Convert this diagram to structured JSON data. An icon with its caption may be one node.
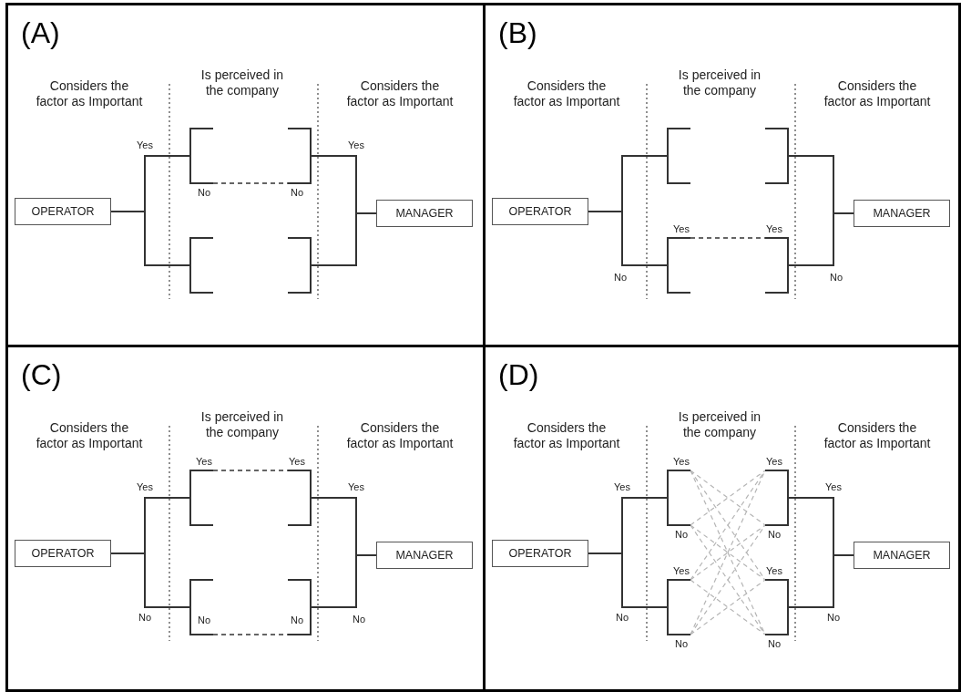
{
  "diagram": {
    "nodes": [
      {
        "text": [
          "(A)"
        ]
      },
      {
        "text": [
          "OPERATOR"
        ],
        "in": 0
      },
      {
        "text": [],
        "shape": "bracket",
        "in": 0
      },
      {
        "text": [],
        "shape": "bracket",
        "in": 0
      },
      {
        "text": [],
        "shape": "bracket",
        "in": 0
      },
      {
        "text": [],
        "shape": "bracket",
        "in": 0
      },
      {
        "text": [
          "MANAGER"
        ],
        "in": 0
      },
      {
        "text": [
          "(B)"
        ]
      },
      {
        "text": [
          "OPERATOR"
        ],
        "in": 7
      },
      {
        "text": [],
        "shape": "bracket",
        "in": 7
      },
      {
        "text": [],
        "shape": "bracket",
        "in": 7
      },
      {
        "text": [],
        "shape": "bracket",
        "in": 7
      },
      {
        "text": [],
        "shape": "bracket",
        "in": 7
      },
      {
        "text": [
          "MANAGER"
        ],
        "in": 7
      },
      {
        "text": [
          "(C)"
        ]
      },
      {
        "text": [
          "OPERATOR"
        ],
        "in": 14
      },
      {
        "text": [],
        "shape": "bracket",
        "in": 14
      },
      {
        "text": [],
        "shape": "bracket",
        "in": 14
      },
      {
        "text": [],
        "shape": "bracket",
        "in": 14
      },
      {
        "text": [],
        "shape": "bracket",
        "in": 14
      },
      {
        "text": [
          "MANAGER"
        ],
        "in": 14
      },
      {
        "text": [
          "(D)"
        ]
      },
      {
        "text": [
          "OPERATOR"
        ],
        "in": 21
      },
      {
        "text": [],
        "shape": "bracket",
        "in": 21
      },
      {
        "text": [],
        "shape": "bracket",
        "in": 21
      },
      {
        "text": [],
        "shape": "bracket",
        "in": 21
      },
      {
        "text": [],
        "shape": "bracket",
        "in": 21
      },
      {
        "text": [
          "MANAGER"
        ],
        "in": 21
      }
    ],
    "edges": [
      {
        "from": 1,
        "to": 2,
        "arrow": "none"
      },
      {
        "from": 1,
        "to": 3,
        "arrow": "none"
      },
      {
        "from": 4,
        "to": 6,
        "arrow": "none"
      },
      {
        "from": 5,
        "to": 6,
        "arrow": "none"
      },
      {
        "from": 2,
        "to": 4,
        "arrow": "none",
        "style": "dashed"
      },
      {
        "from": 8,
        "to": 9,
        "arrow": "none"
      },
      {
        "from": 8,
        "to": 10,
        "arrow": "none"
      },
      {
        "from": 11,
        "to": 13,
        "arrow": "none"
      },
      {
        "from": 12,
        "to": 13,
        "arrow": "none"
      },
      {
        "from": 10,
        "to": 12,
        "arrow": "none",
        "style": "dashed"
      },
      {
        "from": 15,
        "to": 16,
        "arrow": "none"
      },
      {
        "from": 15,
        "to": 17,
        "arrow": "none"
      },
      {
        "from": 18,
        "to": 20,
        "arrow": "none"
      },
      {
        "from": 19,
        "to": 20,
        "arrow": "none"
      },
      {
        "from": 16,
        "to": 18,
        "arrow": "none",
        "style": "dashed"
      },
      {
        "from": 17,
        "to": 19,
        "arrow": "none",
        "style": "dashed"
      },
      {
        "from": 22,
        "to": 23,
        "arrow": "none"
      },
      {
        "from": 22,
        "to": 24,
        "arrow": "none"
      },
      {
        "from": 25,
        "to": 27,
        "arrow": "none"
      },
      {
        "from": 26,
        "to": 27,
        "arrow": "none"
      },
      {
        "from": 23,
        "to": 25,
        "arrow": "none",
        "style": "dashed",
        "color": "#b5b5b5"
      },
      {
        "from": 23,
        "to": 26,
        "arrow": "none",
        "style": "dashed",
        "color": "#b5b5b5"
      },
      {
        "from": 23,
        "to": 26,
        "arrow": "none",
        "style": "dashed",
        "color": "#b5b5b5"
      },
      {
        "from": 23,
        "to": 25,
        "arrow": "none",
        "style": "dashed",
        "color": "#b5b5b5"
      },
      {
        "from": 23,
        "to": 26,
        "arrow": "none",
        "style": "dashed",
        "color": "#b5b5b5"
      },
      {
        "from": 23,
        "to": 26,
        "arrow": "none",
        "style": "dashed",
        "color": "#b5b5b5"
      },
      {
        "from": 24,
        "to": 25,
        "arrow": "none",
        "style": "dashed",
        "color": "#b5b5b5"
      },
      {
        "from": 24,
        "to": 25,
        "arrow": "none",
        "style": "dashed",
        "color": "#b5b5b5"
      },
      {
        "from": 24,
        "to": 26,
        "arrow": "none",
        "style": "dashed",
        "color": "#b5b5b5"
      },
      {
        "from": 24,
        "to": 25,
        "arrow": "none",
        "style": "dashed",
        "color": "#b5b5b5"
      },
      {
        "from": 24,
        "to": 25,
        "arrow": "none",
        "style": "dashed",
        "color": "#b5b5b5"
      },
      {
        "from": 24,
        "to": 26,
        "arrow": "none",
        "style": "dashed",
        "color": "#b5b5b5"
      }
    ],
    "labels": [
      "Considers the factor as Important",
      "Is perceived in the company",
      "Considers the factor as Important",
      "Yes",
      "Yes",
      "No",
      "No",
      "Considers the factor as Important",
      "Is perceived in the company",
      "Considers the factor as Important",
      "Yes",
      "Yes",
      "No",
      "No",
      "Considers the factor as Important",
      "Is perceived in the company",
      "Considers the factor as Important",
      "Yes",
      "Yes",
      "Yes",
      "Yes",
      "No",
      "No",
      "No",
      "No",
      "Considers the factor as Important",
      "Is perceived in the company",
      "Considers the factor as Important",
      "Yes",
      "Yes",
      "Yes",
      "Yes",
      "No",
      "No",
      "Yes",
      "Yes",
      "No",
      "No",
      "No",
      "No"
    ]
  }
}
